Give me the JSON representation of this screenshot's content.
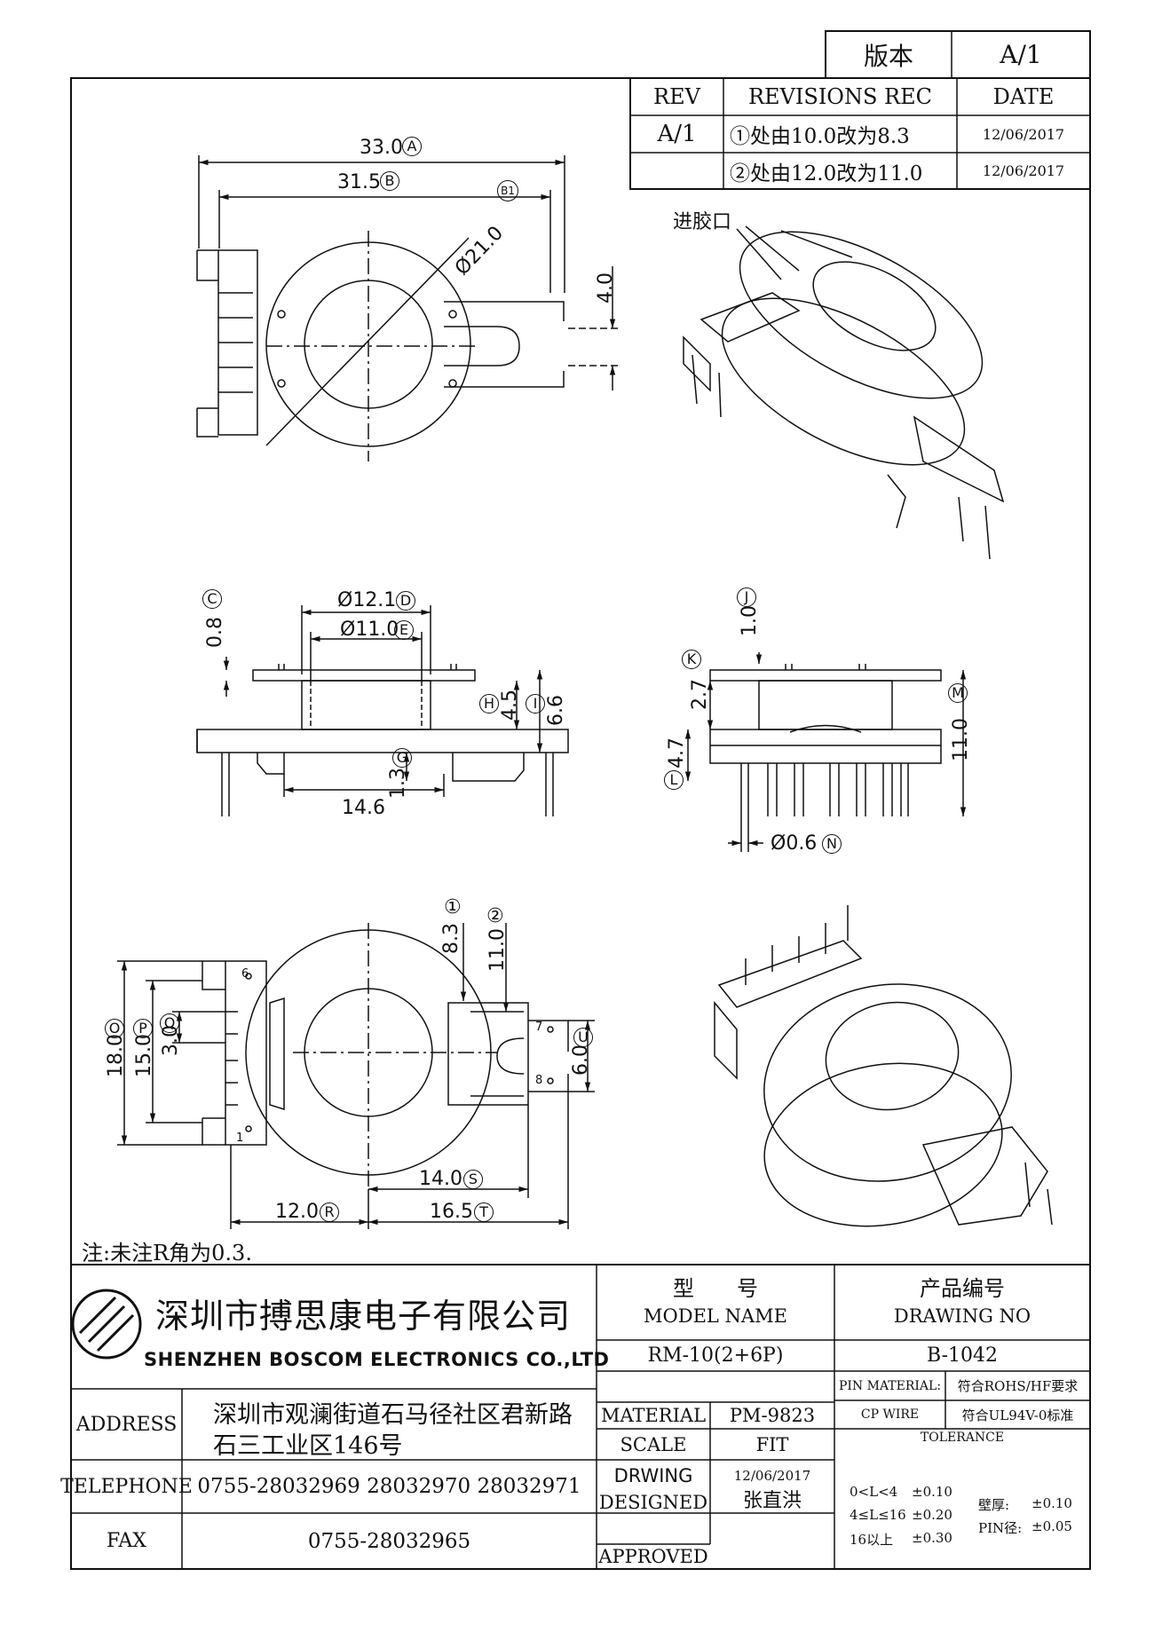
{
  "version_box": {
    "label": "版本",
    "value": "A/1"
  },
  "revision_table": {
    "headers": {
      "rev": "REV",
      "rec": "REVISIONS REC",
      "date": "DATE"
    },
    "rev_value": "A/1",
    "rows": [
      {
        "rec": "①处由10.0改为8.3",
        "date": "12/06/2017"
      },
      {
        "rec": "②处由12.0改为11.0",
        "date": "12/06/2017"
      }
    ]
  },
  "dimensions": {
    "top_view": {
      "d1": "33.0",
      "d1_tag": "A",
      "d2": "31.5",
      "d2_tag": "B",
      "dia": "Ø21.0",
      "dia_tag": "B1",
      "d4": "4.0"
    },
    "gate_label": "进胶口",
    "front_view": {
      "c": "0.8",
      "c_tag": "C",
      "d_dia": "Ø12.1",
      "d_tag": "D",
      "e_dia": "Ø11.0",
      "e_tag": "E",
      "h": "4.5",
      "h_tag": "H",
      "i": "6.6",
      "i_tag": "I",
      "g": "1.3",
      "g_tag": "G",
      "w": "14.6"
    },
    "side_view": {
      "j": "1.0",
      "j_tag": "J",
      "k": "2.7",
      "k_tag": "K",
      "m": "11.0",
      "m_tag": "M",
      "l": "4.7",
      "l_tag": "L",
      "n": "Ø0.6",
      "n_tag": "N"
    },
    "bottom_view": {
      "m1": "8.3",
      "m1_tag": "①",
      "m2": "11.0",
      "m2_tag": "②",
      "o": "18.0",
      "o_tag": "O",
      "p": "15.0",
      "p_tag": "P",
      "q": "3.0",
      "q_tag": "Q",
      "u": "6.0",
      "u_tag": "U",
      "s": "14.0",
      "s_tag": "S",
      "r": "12.0",
      "r_tag": "R",
      "t": "16.5",
      "t_tag": "T",
      "pin6": "6",
      "pin1": "1",
      "pin7": "7",
      "pin8": "8"
    }
  },
  "note": "注:未注R角为0.3.",
  "title_block": {
    "company_cn": "深圳市搏思康电子有限公司",
    "company_en": "SHENZHEN BOSCOM ELECTRONICS CO.,LTD",
    "address_label": "ADDRESS",
    "address_line1": "深圳市观澜街道石马径社区君新路",
    "address_line2": "石三工业区146号",
    "telephone_label": "TELEPHONE",
    "telephone": "0755-28032969 28032970 28032971",
    "fax_label": "FAX",
    "fax": "0755-28032965",
    "model_cn": "型　　号",
    "model_en": "MODEL NAME",
    "model_value": "RM-10(2+6P)",
    "drawing_cn": "产品编号",
    "drawing_en": "DRAWING NO",
    "drawing_value": "B-1042",
    "material_label": "MATERIAL",
    "material_value": "PM-9823",
    "scale_label": "SCALE",
    "scale_value": "FIT",
    "drwing_label": "DRWING",
    "drwing_value": "12/06/2017",
    "designed_label": "DESIGNED",
    "designed_value": "张直洪",
    "approved_label": "APPROVED",
    "pin_material_label": "PIN MATERIAL:",
    "pin_material_value": "符合ROHS/HF要求",
    "cp_wire_label": "CP WIRE",
    "cp_wire_value": "符合UL94V-0标准",
    "tolerance_label": "TOLERANCE",
    "tol_rows": [
      {
        "range": "0<L<4",
        "tol": "±0.10"
      },
      {
        "range": "4≤L≤16",
        "tol": "±0.20"
      },
      {
        "range": "16以上",
        "tol": "±0.30"
      }
    ],
    "wall_label": "壁厚:",
    "wall_tol": "±0.10",
    "pin_dia_label": "PIN径:",
    "pin_dia_tol": "±0.05"
  }
}
